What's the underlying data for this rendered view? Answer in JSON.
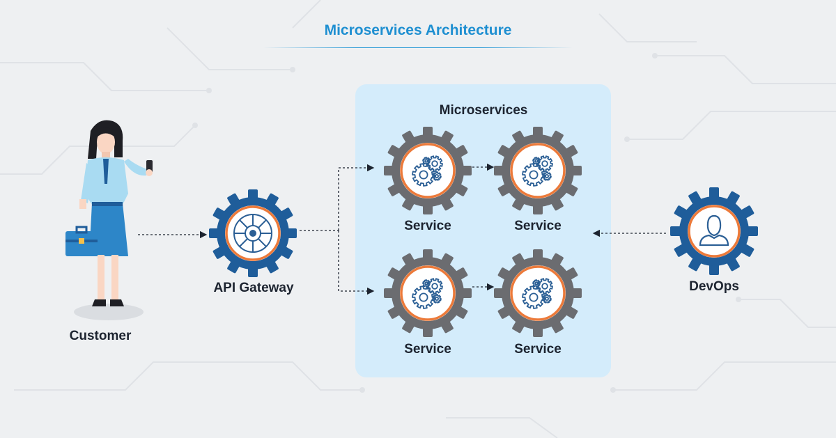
{
  "title": "Microservices Architecture",
  "colors": {
    "title": "#1e8fd1",
    "background": "#eef0f2",
    "panel": "#d4ecfb",
    "gear_gray": "#6b6c70",
    "gear_blue": "#1f5d9a",
    "ring_orange": "#ec7a3a",
    "icon_blue": "#2b5f95",
    "text": "#1d2430",
    "arrow": "#1d2430"
  },
  "diagram": {
    "customer": {
      "label": "Customer",
      "icon": "person-with-phone-and-briefcase"
    },
    "api_gateway": {
      "label": "API Gateway",
      "icon": "gateway-gear-icon"
    },
    "microservices": {
      "heading": "Microservices",
      "services": [
        {
          "label": "Service",
          "icon": "cogs-icon"
        },
        {
          "label": "Service",
          "icon": "cogs-icon"
        },
        {
          "label": "Service",
          "icon": "cogs-icon"
        },
        {
          "label": "Service",
          "icon": "cogs-icon"
        }
      ]
    },
    "devops": {
      "label": "DevOps",
      "icon": "user-icon"
    },
    "connections": [
      {
        "from": "customer",
        "to": "api_gateway"
      },
      {
        "from": "api_gateway",
        "to": "service-top-left"
      },
      {
        "from": "api_gateway",
        "to": "service-bottom-left"
      },
      {
        "from": "service-top-left",
        "to": "service-top-right"
      },
      {
        "from": "service-bottom-left",
        "to": "service-bottom-right"
      },
      {
        "from": "devops",
        "to": "microservices"
      }
    ]
  }
}
